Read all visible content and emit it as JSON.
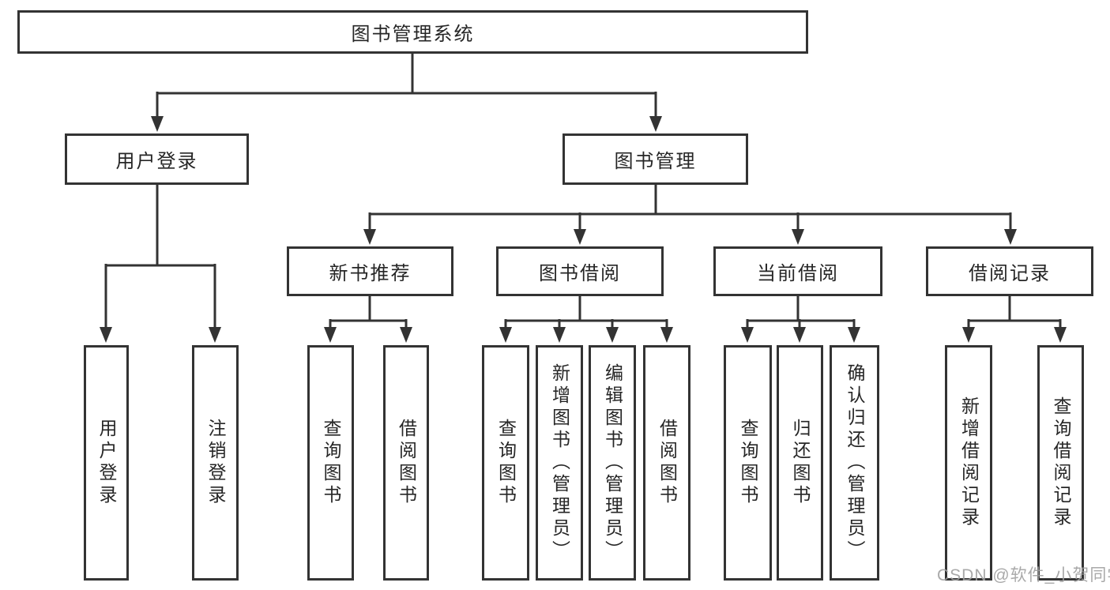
{
  "diagram": {
    "root": "图书管理系统",
    "level2": [
      {
        "label": "用户登录",
        "children": [
          "用户登录",
          "注销登录"
        ]
      },
      {
        "label": "图书管理"
      }
    ],
    "level3": [
      {
        "label": "新书推荐",
        "children": [
          "查询图书",
          "借阅图书"
        ]
      },
      {
        "label": "图书借阅",
        "children": [
          "查询图书",
          "新增图书（管理员）",
          "编辑图书（管理员）",
          "借阅图书"
        ]
      },
      {
        "label": "当前借阅",
        "children": [
          "查询图书",
          "归还图书",
          "确认归还（管理员）"
        ]
      },
      {
        "label": "借阅记录",
        "children": [
          "新增借阅记录",
          "查询借阅记录"
        ]
      }
    ]
  },
  "watermark": "CSDN @软件_小贺同学",
  "colors": {
    "line": "#333333",
    "box_border": "#333333",
    "box_fill": "#ffffff",
    "text": "#262626",
    "watermark": "#a0a0a0",
    "background": "#ffffff"
  }
}
